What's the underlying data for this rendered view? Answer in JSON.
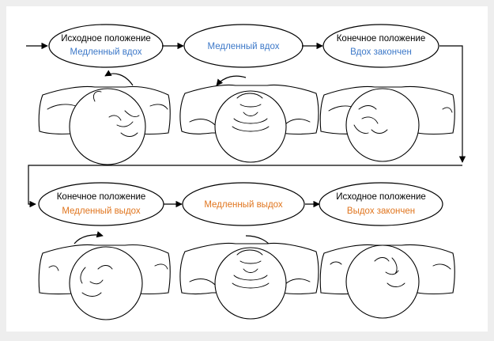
{
  "colors": {
    "black": "#000000",
    "blue": "#3c78c8",
    "orange": "#e0751e"
  },
  "stages": [
    {
      "title": "Исходное положение",
      "subtitle": "Медленный вдох",
      "subtitle_color": "blue"
    },
    {
      "title": "",
      "subtitle": "Медленный вдох",
      "subtitle_color": "blue"
    },
    {
      "title": "Конечное положение",
      "subtitle": "Вдох закончен",
      "subtitle_color": "blue"
    },
    {
      "title": "Конечное положение",
      "subtitle": "Медленный выдох",
      "subtitle_color": "orange"
    },
    {
      "title": "",
      "subtitle": "Медленный выдох",
      "subtitle_color": "orange"
    },
    {
      "title": "Исходное положение",
      "subtitle": "Выдох закончен",
      "subtitle_color": "orange"
    }
  ],
  "illustrations": [
    {
      "pose": "head-turned-right",
      "arrow": "counter-clockwise"
    },
    {
      "pose": "head-tilted-back",
      "arrow": "counter-clockwise"
    },
    {
      "pose": "head-turned-right-end",
      "arrow": "none"
    },
    {
      "pose": "head-turned-left",
      "arrow": "clockwise"
    },
    {
      "pose": "head-tilted-back",
      "arrow": "clockwise"
    },
    {
      "pose": "head-turned-left-end",
      "arrow": "none"
    }
  ]
}
